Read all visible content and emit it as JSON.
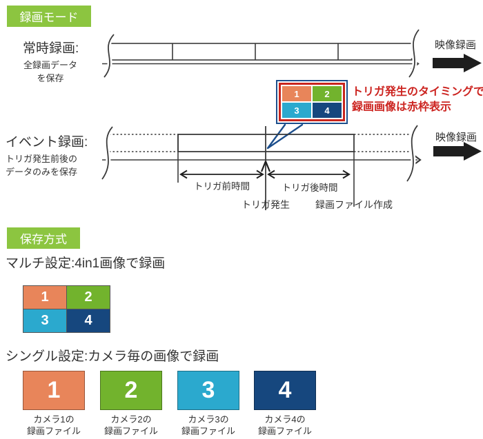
{
  "colors": {
    "badge_green": "#8CC540",
    "camera1_orange": "#E8855A",
    "camera2_green": "#72B32D",
    "camera3_cyan": "#2BA9CE",
    "camera4_navy": "#16477E",
    "callout_border_blue": "#1C4E8C",
    "callout_border_red": "#C8251D",
    "alert_text_red": "#CC2420",
    "diagram_line": "#3A3A3A"
  },
  "recording_mode": {
    "badge_label": "録画モード",
    "continuous": {
      "title": "常時録画:",
      "desc_line1": "全録画データ",
      "desc_line2": "を保存",
      "axis_label": "映像録画"
    },
    "event": {
      "title": "イベント録画:",
      "desc_line1": "トリガ発生前後の",
      "desc_line2": "データのみを保存",
      "axis_label": "映像録画",
      "pre_trigger": "トリガ前時間",
      "post_trigger": "トリガ後時間",
      "trigger_occurs": "トリガ発生",
      "file_created": "録画ファイル作成",
      "note_line1": "トリガ発生のタイミングで",
      "note_line2": "録画画像は赤枠表示"
    },
    "quad_cells": [
      "1",
      "2",
      "3",
      "4"
    ]
  },
  "save_method": {
    "badge_label": "保存方式",
    "multi": {
      "title": "マルチ設定:4in1画像で録画",
      "cells": [
        "1",
        "2",
        "3",
        "4"
      ]
    },
    "single": {
      "title": "シングル設定:カメラ毎の画像で録画",
      "cameras": [
        {
          "number": "1",
          "caption_line1": "カメラ1の",
          "caption_line2": "録画ファイル"
        },
        {
          "number": "2",
          "caption_line1": "カメラ2の",
          "caption_line2": "録画ファイル"
        },
        {
          "number": "3",
          "caption_line1": "カメラ3の",
          "caption_line2": "録画ファイル"
        },
        {
          "number": "4",
          "caption_line1": "カメラ4の",
          "caption_line2": "録画ファイル"
        }
      ]
    }
  }
}
